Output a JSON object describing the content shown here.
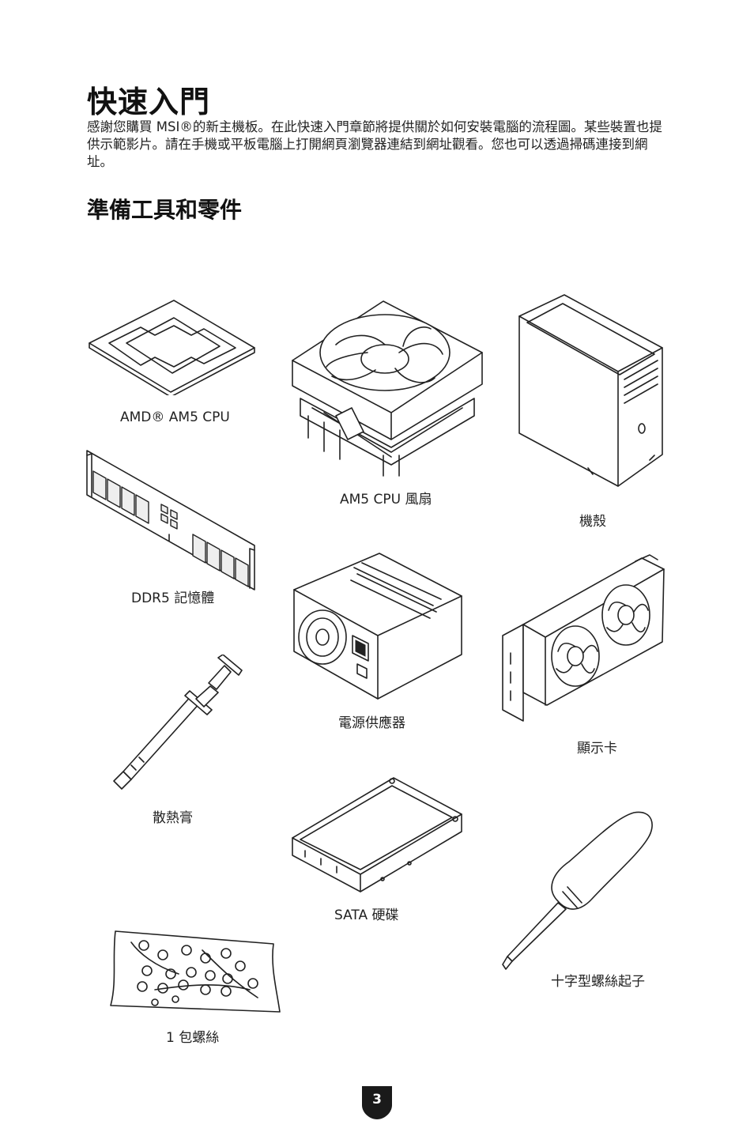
{
  "page": {
    "title": "快速入門",
    "intro": "感謝您購買 MSI®的新主機板。在此快速入門章節將提供關於如何安裝電腦的流程圖。某些裝置也提供示範影片。請在手機或平板電腦上打開網頁瀏覽器連結到網址觀看。您也可以透過掃碼連接到網址。",
    "subtitle": "準備工具和零件",
    "page_number": "3"
  },
  "items": {
    "cpu": "AMD® AM5 CPU",
    "cooler": "AM5 CPU 風扇",
    "case": "機殼",
    "ram": "DDR5 記憶體",
    "psu": "電源供應器",
    "gpu": "顯示卡",
    "paste": "散熱膏",
    "hdd": "SATA 硬碟",
    "screwdriver": "十字型螺絲起子",
    "screws": "1 包螺絲"
  }
}
